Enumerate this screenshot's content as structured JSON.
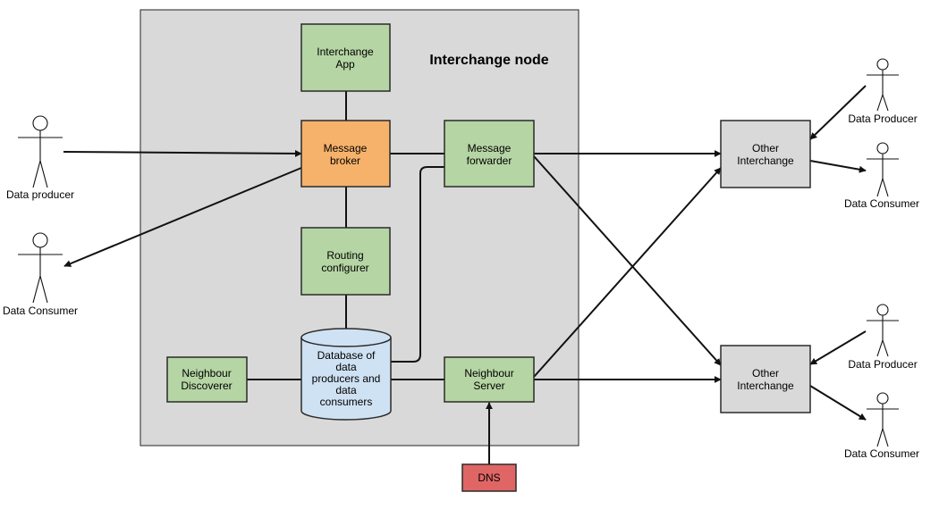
{
  "title": "Interchange node",
  "colors": {
    "node_bg": "#d9d9d9",
    "green": "#b5d5a4",
    "orange": "#f6b26b",
    "blue": "#cfe2f3",
    "gray": "#d9d9d9",
    "red": "#e06666"
  },
  "nodes": {
    "interchange_app": [
      "Interchange",
      "App"
    ],
    "message_broker": [
      "Message",
      "broker"
    ],
    "message_forwarder": [
      "Message",
      "forwarder"
    ],
    "routing_configurer": [
      "Routing",
      "configurer"
    ],
    "neighbour_discoverer": [
      "Neighbour",
      "Discoverer"
    ],
    "database": [
      "Database of",
      "data",
      "producers and",
      "data",
      "consumers"
    ],
    "neighbour_server": [
      "Neighbour",
      "Server"
    ],
    "dns": [
      "DNS"
    ],
    "other_interchange_top": [
      "Other",
      "Interchange"
    ],
    "other_interchange_bottom": [
      "Other",
      "Interchange"
    ]
  },
  "actors": {
    "left_producer": "Data producer",
    "left_consumer": "Data Consumer",
    "right_top_producer": "Data Producer",
    "right_top_consumer": "Data Consumer",
    "right_bottom_producer": "Data Producer",
    "right_bottom_consumer": "Data Consumer"
  }
}
